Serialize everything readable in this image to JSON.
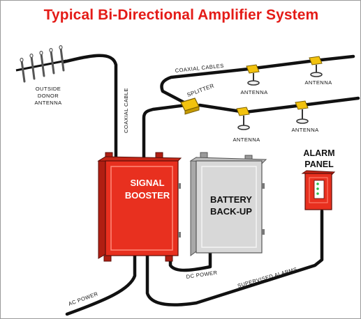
{
  "title": "Typical Bi-Directional Amplifier System",
  "labels": {
    "donor_antenna": [
      "OUTSIDE",
      "DONOR",
      "ANTENNA"
    ],
    "coaxial_cable_vertical": "COAXIAL CABLE",
    "coaxial_cables": "COAXIAL CABLES",
    "splitter": "SPLITTER",
    "antenna_1": "ANTENNA",
    "antenna_2": "ANTENNA",
    "antenna_3": "ANTENNA",
    "antenna_4": "ANTENNA",
    "signal_booster": [
      "SIGNAL",
      "BOOSTER"
    ],
    "battery_backup": [
      "BATTERY",
      "BACK-UP"
    ],
    "alarm_panel": [
      "ALARM",
      "PANEL"
    ],
    "ac_power": "AC POWER",
    "dc_power": "DC POWER",
    "supervised_alarms": "SUPERVISED ALARMS"
  },
  "colors": {
    "title": "#e41b17",
    "booster": "#e8301f",
    "booster_dark": "#b01e12",
    "battery": "#d8d8d8",
    "battery_dark": "#9a9a9a",
    "splitter": "#f2c20e",
    "cable": "#111111"
  }
}
